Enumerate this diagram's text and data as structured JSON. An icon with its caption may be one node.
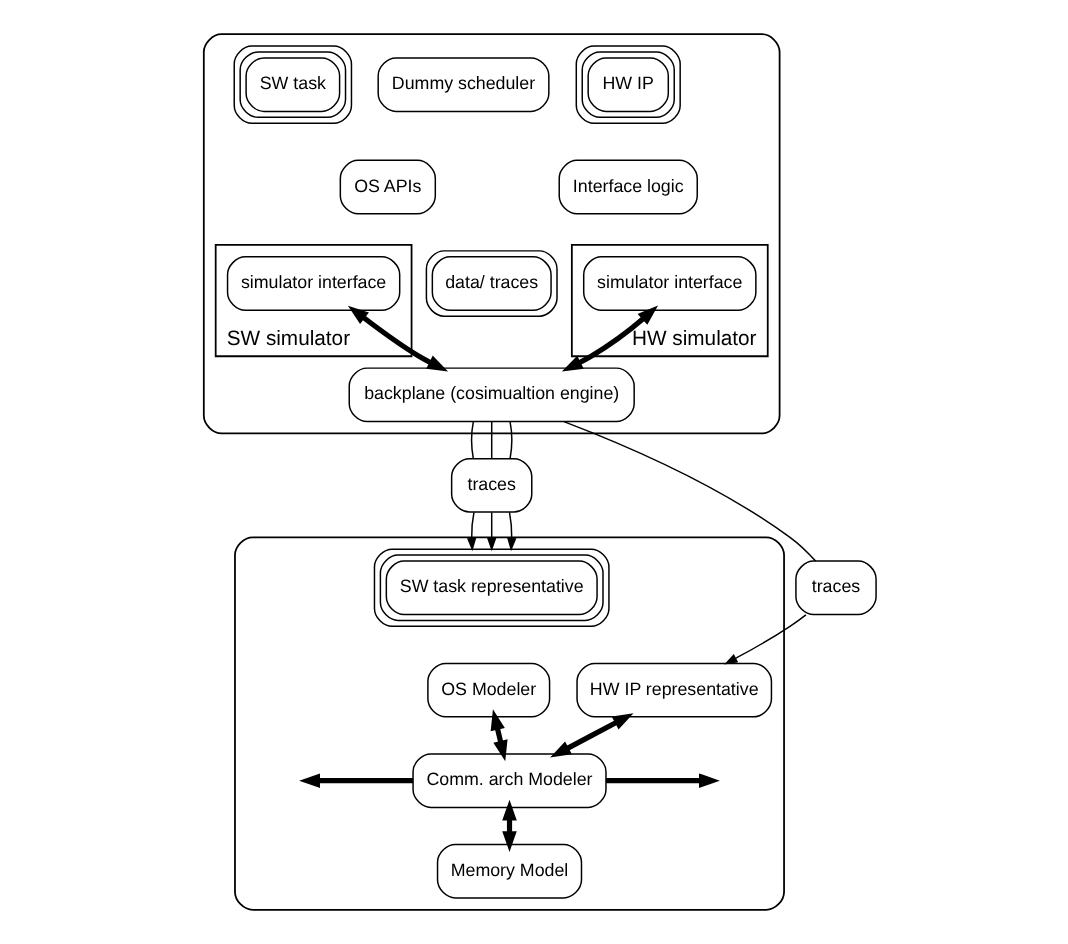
{
  "diagram": {
    "nodes": [
      {
        "text": [],
        "shape": "box"
      },
      {
        "text": [
          "SW task"
        ],
        "in": 0
      },
      {
        "text": [
          "Dummy scheduler"
        ],
        "in": 0
      },
      {
        "text": [
          "OS APIs"
        ],
        "in": 0
      },
      {
        "text": [
          "SW simulator"
        ],
        "in": 0
      },
      {
        "text": [
          "simulator interface"
        ],
        "in": 4
      },
      {
        "text": [
          "data/ traces"
        ],
        "in": 0
      },
      {
        "text": [
          "HW IP"
        ],
        "in": 0
      },
      {
        "text": [
          "Interface logic"
        ],
        "in": 0
      },
      {
        "text": [
          "HW simulator"
        ],
        "in": 0
      },
      {
        "text": [
          "simulator interface"
        ],
        "in": 9
      },
      {
        "text": [
          "backplane (cosimualtion engine)"
        ],
        "in": 0
      },
      {
        "text": [
          "traces"
        ]
      },
      {
        "text": [
          "traces"
        ]
      },
      {
        "text": [],
        "shape": "box"
      },
      {
        "text": [
          "SW task representative"
        ],
        "in": 14
      },
      {
        "text": [
          "OS Modeler"
        ],
        "in": 14
      },
      {
        "text": [
          "HW IP representative"
        ],
        "in": 14
      },
      {
        "text": [
          "Comm. arch Modeler"
        ],
        "in": 14
      },
      {
        "text": [
          "Memory Model"
        ],
        "in": 14
      }
    ],
    "edges": [
      {
        "from": 11,
        "to": 5,
        "arrow": "both",
        "style": "thick"
      },
      {
        "from": 11,
        "to": 10,
        "arrow": "both",
        "style": "thick"
      },
      {
        "from": 11,
        "to": 12,
        "arrow": "none"
      },
      {
        "from": 11,
        "to": 12,
        "arrow": "none"
      },
      {
        "from": 11,
        "to": 12,
        "arrow": "none"
      },
      {
        "from": 11,
        "to": 13,
        "arrow": "none"
      },
      {
        "from": 12,
        "to": 15,
        "arrow": "to"
      },
      {
        "from": 12,
        "to": 15,
        "arrow": "to"
      },
      {
        "from": 12,
        "to": 15,
        "arrow": "to"
      },
      {
        "from": 13,
        "to": 17,
        "arrow": "to"
      },
      {
        "from": 16,
        "to": 18,
        "arrow": "both",
        "style": "thick"
      },
      {
        "from": 17,
        "to": 18,
        "arrow": "both",
        "style": "thick"
      },
      {
        "from": 18,
        "to": null,
        "arrow": "to",
        "style": "thick"
      },
      {
        "from": 18,
        "to": null,
        "arrow": "to",
        "style": "thick"
      },
      {
        "from": 18,
        "to": 19,
        "arrow": "both",
        "style": "thick"
      }
    ]
  }
}
